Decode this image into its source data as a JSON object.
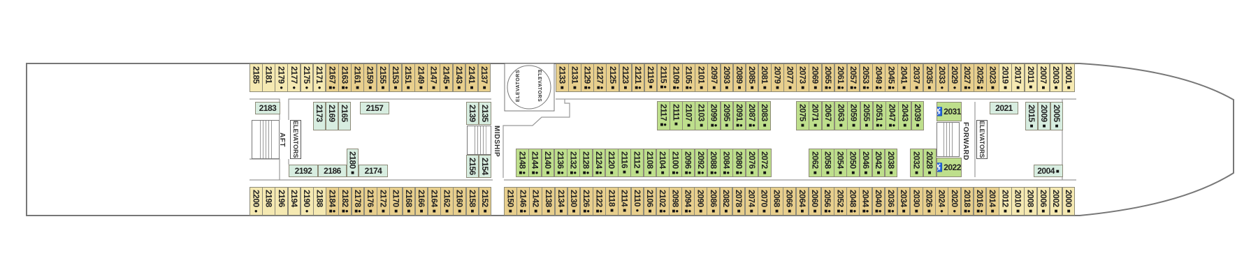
{
  "colors": {
    "tan": "#e8cf8d",
    "pale": "#f5e9b2",
    "green": "#bedf8c",
    "mint": "#d7ede0",
    "border": "#8d8a78"
  },
  "pale_cabins": [
    "2185",
    "2181",
    "2179",
    "2177",
    "2175",
    "2171",
    "2019",
    "2017",
    "2011",
    "2007",
    "2003",
    "2001",
    "2200",
    "2198",
    "2196",
    "2194",
    "2190",
    "2188",
    "2012",
    "2010",
    "2008",
    "2006",
    "2002",
    "2000"
  ],
  "rows": {
    "top_aft": [
      {
        "n": "2185",
        "m": ""
      },
      {
        "n": "2181",
        "m": ""
      },
      {
        "n": "2179",
        "m": "●"
      },
      {
        "n": "2177",
        "m": "●"
      },
      {
        "n": "2175",
        "m": "●"
      },
      {
        "n": "2171",
        "m": "●"
      },
      {
        "n": "2167",
        "m": "■●"
      },
      {
        "n": "2163",
        "m": "■●"
      },
      {
        "n": "2161",
        "m": "■"
      },
      {
        "n": "2159",
        "m": "■"
      },
      {
        "n": "2155",
        "m": "■"
      },
      {
        "n": "2153",
        "m": "■"
      },
      {
        "n": "2151",
        "m": "■"
      },
      {
        "n": "2149",
        "m": "■"
      },
      {
        "n": "2147",
        "m": "■"
      },
      {
        "n": "2145",
        "m": "■"
      },
      {
        "n": "2143",
        "m": "■"
      },
      {
        "n": "2141",
        "m": "■"
      },
      {
        "n": "2137",
        "m": "■"
      }
    ],
    "top_fwd": [
      {
        "n": "2133",
        "m": "■"
      },
      {
        "n": "2131",
        "m": "■"
      },
      {
        "n": "2129",
        "m": "■●"
      },
      {
        "n": "2127",
        "m": "■●"
      },
      {
        "n": "2125",
        "m": "■"
      },
      {
        "n": "2123",
        "m": "■"
      },
      {
        "n": "2121",
        "m": "■●"
      },
      {
        "n": "2119",
        "m": "■"
      },
      {
        "n": "2115",
        "m": "■●"
      },
      {
        "n": "2109",
        "m": "■●"
      },
      {
        "n": "2105",
        "m": "■●"
      },
      {
        "n": "2101",
        "m": "■"
      },
      {
        "n": "2097",
        "m": "■"
      },
      {
        "n": "2093",
        "m": "■"
      },
      {
        "n": "2089",
        "m": "■"
      },
      {
        "n": "2085",
        "m": "■"
      },
      {
        "n": "2081",
        "m": "■"
      },
      {
        "n": "2079",
        "m": "■"
      },
      {
        "n": "2077",
        "m": "■"
      },
      {
        "n": "2073",
        "m": "■"
      },
      {
        "n": "2069",
        "m": "■"
      },
      {
        "n": "2065",
        "m": "■●"
      },
      {
        "n": "2061",
        "m": "■●"
      },
      {
        "n": "2057",
        "m": "■●"
      },
      {
        "n": "2053",
        "m": "■●"
      },
      {
        "n": "2049",
        "m": "■●"
      },
      {
        "n": "2045",
        "m": "■●"
      },
      {
        "n": "2041",
        "m": "■"
      },
      {
        "n": "2037",
        "m": "■"
      },
      {
        "n": "2035",
        "m": "■"
      },
      {
        "n": "2033",
        "m": "●"
      },
      {
        "n": "2029",
        "m": "●"
      },
      {
        "n": "2027",
        "m": "■●"
      },
      {
        "n": "2025",
        "m": "■●"
      },
      {
        "n": "2023",
        "m": "■"
      },
      {
        "n": "2019",
        "m": "■"
      },
      {
        "n": "2017",
        "m": "■"
      },
      {
        "n": "2011",
        "m": "■"
      },
      {
        "n": "2007",
        "m": "■"
      },
      {
        "n": "2003",
        "m": "■"
      },
      {
        "n": "2001",
        "m": "■"
      }
    ],
    "bot_aft": [
      {
        "n": "2200",
        "m": "●"
      },
      {
        "n": "2198",
        "m": ""
      },
      {
        "n": "2196",
        "m": ""
      },
      {
        "n": "2194",
        "m": ""
      },
      {
        "n": "2190",
        "m": "●"
      },
      {
        "n": "2188",
        "m": ""
      },
      {
        "n": "2184",
        "m": "■●"
      },
      {
        "n": "2182",
        "m": "■●"
      },
      {
        "n": "2178",
        "m": "■●"
      },
      {
        "n": "2176",
        "m": "■"
      },
      {
        "n": "2172",
        "m": "■"
      },
      {
        "n": "2170",
        "m": "■"
      },
      {
        "n": "2168",
        "m": "■"
      },
      {
        "n": "2166",
        "m": "■"
      },
      {
        "n": "2164",
        "m": "■"
      },
      {
        "n": "2162",
        "m": "■"
      },
      {
        "n": "2160",
        "m": "■"
      },
      {
        "n": "2158",
        "m": "■"
      },
      {
        "n": "2152",
        "m": "■"
      }
    ],
    "bot_fwd": [
      {
        "n": "2150",
        "m": "■"
      },
      {
        "n": "2146",
        "m": "■●"
      },
      {
        "n": "2142",
        "m": "■"
      },
      {
        "n": "2138",
        "m": "■"
      },
      {
        "n": "2134",
        "m": "■"
      },
      {
        "n": "2130",
        "m": "■"
      },
      {
        "n": "2126",
        "m": "■●"
      },
      {
        "n": "2122",
        "m": "■●"
      },
      {
        "n": "2118",
        "m": "■"
      },
      {
        "n": "2114",
        "m": "■"
      },
      {
        "n": "2110",
        "m": "●"
      },
      {
        "n": "2106",
        "m": "■"
      },
      {
        "n": "2102",
        "m": "■●"
      },
      {
        "n": "2098",
        "m": "■●"
      },
      {
        "n": "2094",
        "m": "■●"
      },
      {
        "n": "2090",
        "m": "■"
      },
      {
        "n": "2086",
        "m": "■"
      },
      {
        "n": "2082",
        "m": "■"
      },
      {
        "n": "2078",
        "m": "■"
      },
      {
        "n": "2074",
        "m": "■"
      },
      {
        "n": "2070",
        "m": "■"
      },
      {
        "n": "2068",
        "m": "■"
      },
      {
        "n": "2066",
        "m": "■"
      },
      {
        "n": "2064",
        "m": "■"
      },
      {
        "n": "2060",
        "m": "■"
      },
      {
        "n": "2056",
        "m": "■●"
      },
      {
        "n": "2052",
        "m": "■●"
      },
      {
        "n": "2048",
        "m": "■●"
      },
      {
        "n": "2044",
        "m": "■●"
      },
      {
        "n": "2040",
        "m": "■●"
      },
      {
        "n": "2036",
        "m": "■●"
      },
      {
        "n": "2034",
        "m": "■"
      },
      {
        "n": "2030",
        "m": "■"
      },
      {
        "n": "2026",
        "m": "■"
      },
      {
        "n": "2024",
        "m": "●"
      },
      {
        "n": "2020",
        "m": "●"
      },
      {
        "n": "2018",
        "m": "■●"
      },
      {
        "n": "2016",
        "m": "■●"
      },
      {
        "n": "2014",
        "m": "■"
      },
      {
        "n": "2012",
        "m": "■"
      },
      {
        "n": "2010",
        "m": "■"
      },
      {
        "n": "2008",
        "m": "■"
      },
      {
        "n": "2006",
        "m": "■"
      },
      {
        "n": "2002",
        "m": "■"
      },
      {
        "n": "2000",
        "m": "■"
      }
    ],
    "green_top_a": [
      {
        "n": "2117",
        "m": "■●"
      },
      {
        "n": "2111",
        "m": "■"
      },
      {
        "n": "2107",
        "m": "■"
      },
      {
        "n": "2103",
        "m": "■"
      },
      {
        "n": "2099",
        "m": "■●"
      },
      {
        "n": "2095",
        "m": "■"
      },
      {
        "n": "2091",
        "m": "■●"
      },
      {
        "n": "2087",
        "m": "■●"
      },
      {
        "n": "2083",
        "m": "■"
      }
    ],
    "green_top_b": [
      {
        "n": "2075",
        "m": "■"
      },
      {
        "n": "2071",
        "m": "■"
      },
      {
        "n": "2067",
        "m": "■"
      },
      {
        "n": "2063",
        "m": "■"
      },
      {
        "n": "2059",
        "m": "■"
      },
      {
        "n": "2055",
        "m": "■"
      },
      {
        "n": "2051",
        "m": "■●"
      },
      {
        "n": "2047",
        "m": "■●"
      },
      {
        "n": "2043",
        "m": "■"
      },
      {
        "n": "2039",
        "m": "■"
      }
    ],
    "green_bot_a": [
      {
        "n": "2148",
        "m": "■●"
      },
      {
        "n": "2144",
        "m": "■●"
      },
      {
        "n": "2140",
        "m": "■"
      },
      {
        "n": "2136",
        "m": "■●"
      },
      {
        "n": "2132",
        "m": "■●"
      },
      {
        "n": "2128",
        "m": "■●"
      },
      {
        "n": "2124",
        "m": "■●"
      },
      {
        "n": "2120",
        "m": "■"
      },
      {
        "n": "2116",
        "m": "■"
      },
      {
        "n": "2112",
        "m": "■"
      },
      {
        "n": "2108",
        "m": "■"
      },
      {
        "n": "2104",
        "m": "■"
      },
      {
        "n": "2100",
        "m": "■●"
      },
      {
        "n": "2096",
        "m": "■●"
      },
      {
        "n": "2092",
        "m": "■●"
      },
      {
        "n": "2088",
        "m": "■●"
      },
      {
        "n": "2084",
        "m": "■●"
      },
      {
        "n": "2080",
        "m": "■●"
      },
      {
        "n": "2076",
        "m": "■"
      },
      {
        "n": "2072",
        "m": "■"
      }
    ],
    "green_bot_b": [
      {
        "n": "2062",
        "m": "■"
      },
      {
        "n": "2058",
        "m": "■"
      },
      {
        "n": "2054",
        "m": "■"
      },
      {
        "n": "2050",
        "m": "■"
      },
      {
        "n": "2046",
        "m": "■"
      },
      {
        "n": "2042",
        "m": "■"
      },
      {
        "n": "2038",
        "m": "■"
      }
    ],
    "green_bot_c": [
      {
        "n": "2032",
        "m": "■"
      },
      {
        "n": "2028",
        "m": "■"
      }
    ]
  },
  "standalone_cabins": [
    {
      "n": "2183",
      "m": "",
      "type": "mint"
    },
    {
      "n": "2173",
      "m": "",
      "type": "mint"
    },
    {
      "n": "2169",
      "m": "",
      "type": "mint"
    },
    {
      "n": "2165",
      "m": "",
      "type": "mint"
    },
    {
      "n": "2157",
      "m": "",
      "type": "mint"
    },
    {
      "n": "2139",
      "m": "■",
      "type": "mint"
    },
    {
      "n": "2135",
      "m": "■",
      "type": "mint"
    },
    {
      "n": "2156",
      "m": "■",
      "type": "mint"
    },
    {
      "n": "2154",
      "m": "■",
      "type": "mint"
    },
    {
      "n": "2192",
      "m": "",
      "type": "mint"
    },
    {
      "n": "2186",
      "m": "",
      "type": "mint"
    },
    {
      "n": "2180",
      "m": "■",
      "type": "mint"
    },
    {
      "n": "2174",
      "m": "",
      "type": "mint"
    },
    {
      "n": "2031",
      "m": "■",
      "type": "green",
      "accessible": true
    },
    {
      "n": "2022",
      "m": "■",
      "type": "green",
      "accessible": true
    },
    {
      "n": "2021",
      "m": "",
      "type": "mint"
    },
    {
      "n": "2015",
      "m": "■",
      "type": "mint"
    },
    {
      "n": "2009",
      "m": "■",
      "type": "mint"
    },
    {
      "n": "2005",
      "m": "■",
      "type": "mint"
    },
    {
      "n": "2004",
      "m": "■",
      "type": "mint"
    }
  ],
  "icons": {
    "accessible": "wheelchair-icon"
  },
  "labels": {
    "aft": "AFT",
    "midship": "MIDSHIP",
    "forward": "FORWARD",
    "elevators_aft": "ELEVATORS",
    "elevators_mid_1": "ELEVATORS",
    "elevators_mid_2": "ELEVATORS",
    "elevators_fwd": "ELEVATORS"
  }
}
